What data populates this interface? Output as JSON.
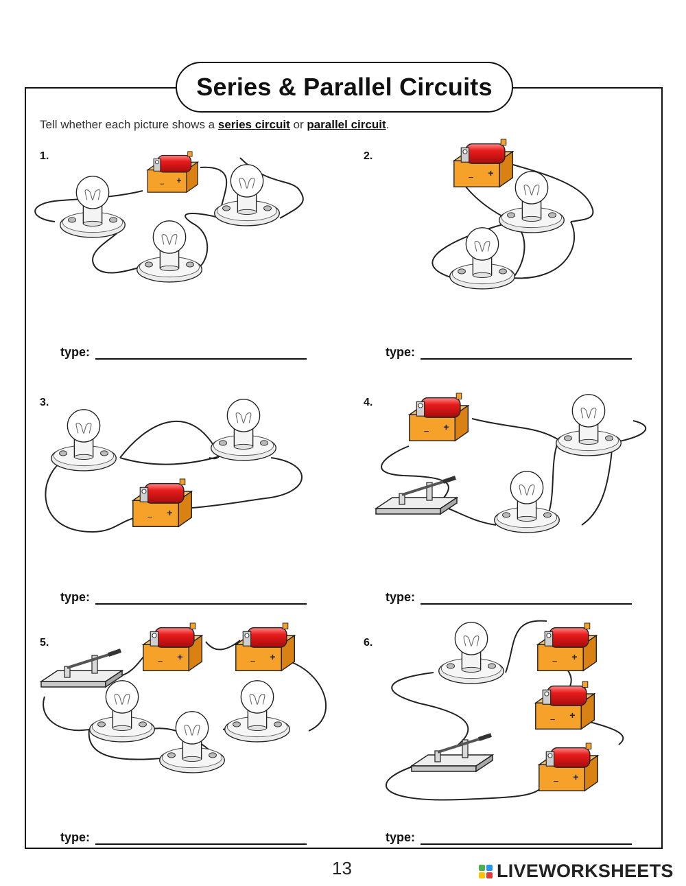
{
  "title": "Series & Parallel Circuits",
  "instructions": {
    "prefix": "Tell whether each picture shows a ",
    "series": "series circuit",
    "middle": " or ",
    "parallel": "parallel circuit",
    "suffix": "."
  },
  "problems": [
    {
      "number": "1.",
      "type_label": "type:",
      "answer": ""
    },
    {
      "number": "2.",
      "type_label": "type:",
      "answer": ""
    },
    {
      "number": "3.",
      "type_label": "type:",
      "answer": ""
    },
    {
      "number": "4.",
      "type_label": "type:",
      "answer": ""
    },
    {
      "number": "5.",
      "type_label": "type:",
      "answer": ""
    },
    {
      "number": "6.",
      "type_label": "type:",
      "answer": ""
    }
  ],
  "battery_signs": {
    "plus": "+",
    "minus": "−"
  },
  "page_number": "13",
  "brand": {
    "name": "LIVEWORKSHEETS",
    "icon_colors": [
      "#4caf50",
      "#2196f3",
      "#ffc107",
      "#e53935"
    ]
  }
}
